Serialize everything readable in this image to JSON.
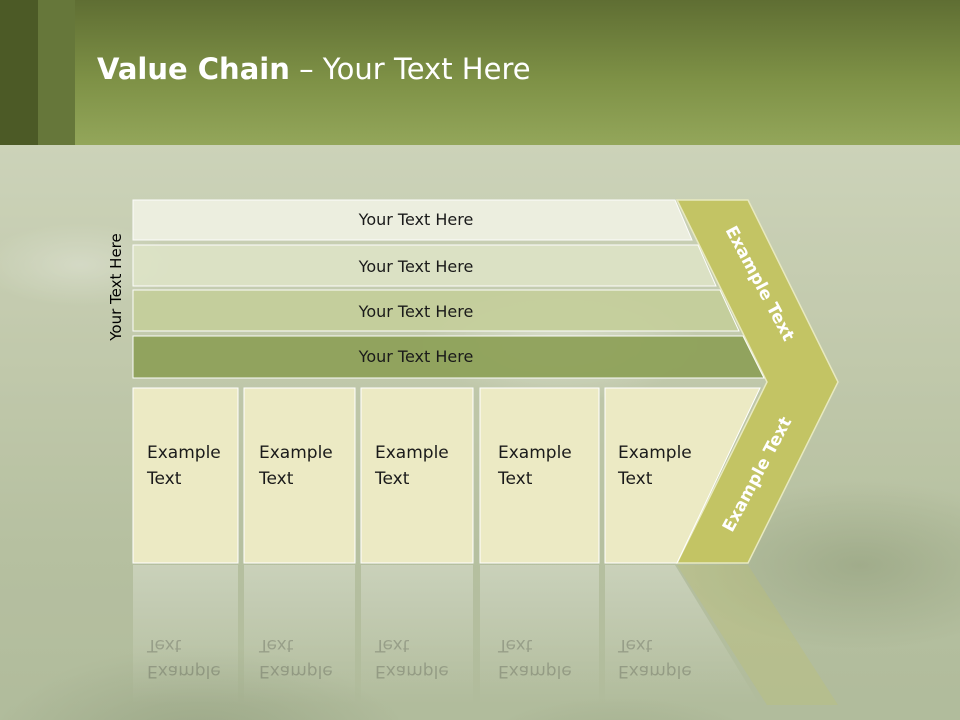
{
  "title": {
    "bold": "Value Chain",
    "rest": " – Your Text Here"
  },
  "side_label": "Your Text Here",
  "rows": [
    {
      "label": "Your Text Here"
    },
    {
      "label": "Your Text Here"
    },
    {
      "label": "Your Text Here"
    },
    {
      "label": "Your Text Here"
    }
  ],
  "cells": [
    {
      "line1": "Example",
      "line2": "Text"
    },
    {
      "line1": "Example",
      "line2": "Text"
    },
    {
      "line1": "Example",
      "line2": "Text"
    },
    {
      "line1": "Example",
      "line2": "Text"
    },
    {
      "line1": "Example",
      "line2": "Text"
    }
  ],
  "arrow": {
    "upper": "Example Text",
    "lower": "Example Text"
  },
  "colors": {
    "header": "#7e9146",
    "row1": "#eef0e2",
    "row2": "#dde3c6",
    "row3": "#c5cf9c",
    "row4": "#8fa25a",
    "cell": "#eceac4",
    "arrow": "#c3c464"
  }
}
